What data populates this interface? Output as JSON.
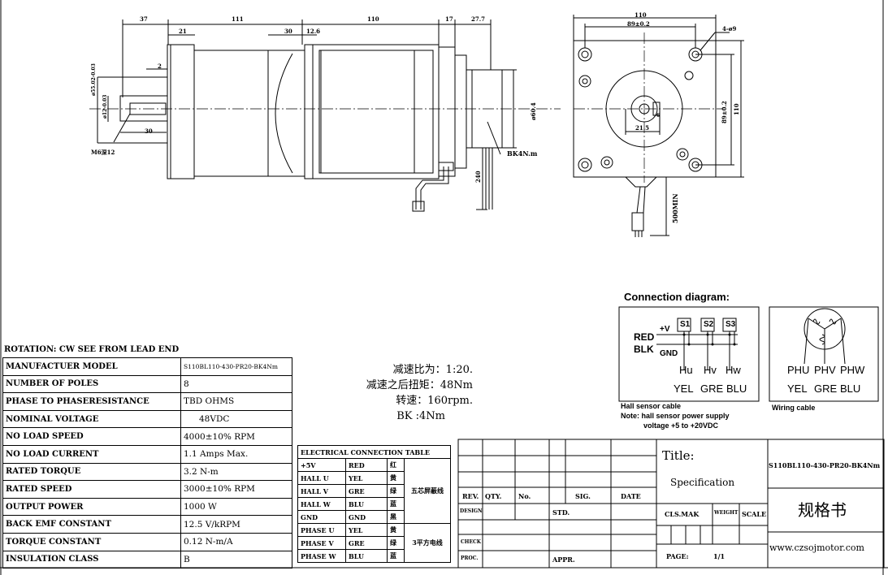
{
  "dims_top": {
    "d37": "37",
    "d111": "111",
    "d110": "110",
    "d17": "17",
    "d277": "27.7",
    "d21": "21",
    "d30": "30",
    "d126": "12.6",
    "d2": "2"
  },
  "dims_left": {
    "shaft_dia": "ø55.02-0.03",
    "shaft_dia2": "ø12-0.03",
    "d30b": "30",
    "thread": "M6深12"
  },
  "dims_brake": {
    "dia": "ø60.4",
    "label": "BK4N.m",
    "len240": "240"
  },
  "dims_end": {
    "d110": "110",
    "d89": "89±0.2",
    "holes": "4-ø9",
    "d89v": "89±0.2",
    "d110v": "110",
    "d215": "21.5",
    "d6": "6",
    "cable": "500MIN"
  },
  "connection": {
    "title": "Connection diagram:",
    "plus_v": "+V",
    "red": "RED",
    "blk": "BLK",
    "gnd": "GND",
    "s1": "S1",
    "s2": "S2",
    "s3": "S3",
    "hu": "Hu",
    "hv": "Hv",
    "hw": "Hw",
    "yel": "YEL",
    "gre": "GRE",
    "blu": "BLU",
    "phu": "PHU",
    "phv": "PHV",
    "phw": "PHW",
    "yel2": "YEL",
    "gre2": "GRE",
    "blu2": "BLU",
    "hall_cable": "Hall sensor cable",
    "note1": "Note: hall sensor power supply",
    "note2": "voltage +5 to +20VDC",
    "wiring": "Wiring cable"
  },
  "specs": {
    "title": "ROTATION: CW SEE FROM LEAD END",
    "rows": [
      {
        "k": "MANUFACTUER MODEL",
        "v": "S110BL110-430-PR20-BK4Nm"
      },
      {
        "k": "NUMBER OF POLES",
        "v": "8"
      },
      {
        "k": "PHASE TO PHASERESISTANCE",
        "v": "TBD OHMS"
      },
      {
        "k": "NOMINAL VOLTAGE",
        "v": "48VDC"
      },
      {
        "k": "NO LOAD SPEED",
        "v": "4000±10% RPM"
      },
      {
        "k": "NO LOAD CURRENT",
        "v": "1.1 Amps Max."
      },
      {
        "k": "RATED TORQUE",
        "v": "3.2 N-m"
      },
      {
        "k": "RATED SPEED",
        "v": "3000±10% RPM"
      },
      {
        "k": "OUTPUT POWER",
        "v": "1000 W"
      },
      {
        "k": "BACK EMF CONSTANT",
        "v": "12.5 V/kRPM"
      },
      {
        "k": "TORQUE CONSTANT",
        "v": "0.12 N-m/A"
      },
      {
        "k": "INSULATION CLASS",
        "v": "B"
      }
    ]
  },
  "ratio": {
    "l1": "减速比为：1:20.",
    "l2": "减速之后扭矩：48Nm",
    "l3": "转速：160rpm.",
    "l4": "BK :4Nm"
  },
  "ect": {
    "title": "ELECTRICAL CONNECTION TABLE",
    "rows": [
      {
        "a": "+5V",
        "b": "RED",
        "c": "红"
      },
      {
        "a": "HALL U",
        "b": "YEL",
        "c": "黄"
      },
      {
        "a": "HALL V",
        "b": "GRE",
        "c": "绿"
      },
      {
        "a": "HALL W",
        "b": "BLU",
        "c": "蓝"
      },
      {
        "a": "GND",
        "b": "GND",
        "c": "黑"
      },
      {
        "a": "PHASE U",
        "b": "YEL",
        "c": "黄"
      },
      {
        "a": "PHASE V",
        "b": "GRE",
        "c": "绿"
      },
      {
        "a": "PHASE W",
        "b": "BLU",
        "c": "蓝"
      }
    ],
    "grp1": "五芯屏蔽线",
    "grp2": "3平方电线"
  },
  "titleblock": {
    "rev": "REV.",
    "qty": "QTY.",
    "no": "No.",
    "sig": "SIG.",
    "date": "DATE",
    "design": "DESIGN",
    "std": "STD.",
    "check": "CHECK",
    "proc": "PROC.",
    "appr": "APPR.",
    "title": "Title:",
    "spec": "Specification",
    "model": "S110BL110-430-PR20-BK4Nm",
    "clsmak": "CLS.MAK",
    "weight": "WEIGHT",
    "scale": "SCALE",
    "cn": "规格书",
    "page": "PAGE:",
    "pageval": "1/1",
    "www": "www.czsojmotor.com"
  }
}
